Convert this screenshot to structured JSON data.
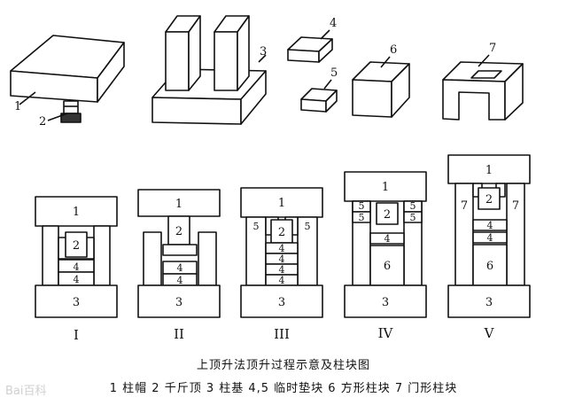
{
  "labels": {
    "n1": "1",
    "n2": "2",
    "n3": "3",
    "n4": "4",
    "n5": "5",
    "n6": "6",
    "n7": "7",
    "stage1": "I",
    "stage2": "II",
    "stage3": "III",
    "stage4": "IV",
    "stage5": "V"
  },
  "caption": {
    "title": "上顶升法顶升过程示意及柱块图",
    "legend": "1 柱帽  2 千斤顶  3 柱基  4,5 临时垫块  6 方形柱块  7 门形柱块"
  },
  "watermark": "Bai百科"
}
